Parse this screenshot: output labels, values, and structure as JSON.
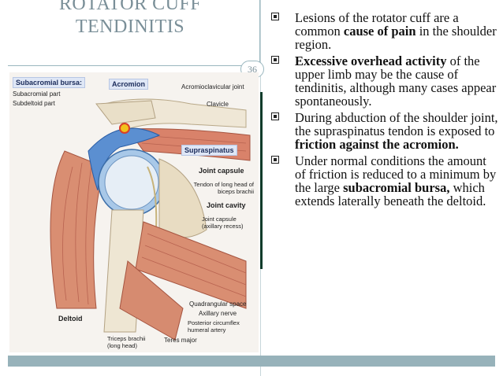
{
  "title": {
    "line1": "ROTATOR CUFF",
    "line2": "TENDINITIS"
  },
  "page_number": "36",
  "figure": {
    "labels": {
      "subacromial_bursa": "Subacromial bursa:",
      "subacromial_part": "Subacromial part",
      "subdeltoid_part": "Subdeltoid part",
      "acromion": "Acromion",
      "acromioclavicular_joint": "Acromioclavicular joint",
      "clavicle": "Clavicle",
      "supraspinatus": "Supraspinatus",
      "joint_capsule": "Joint capsule",
      "tendon_biceps": "Tendon of long head of biceps brachii",
      "joint_cavity": "Joint cavity",
      "joint_capsule_axillary": "Joint capsule (axillary recess)",
      "deltoid": "Deltoid",
      "quadrangular_space": "Quadrangular space",
      "axillary_nerve": "Axillary nerve",
      "posterior_circumflex": "Posterior circumflex humeral artery",
      "triceps_brachii": "Triceps brachii (long head)",
      "teres_major": "Teres major"
    }
  },
  "bullets": [
    {
      "segments": [
        {
          "text": "Lesions of the rotator cuff are a common ",
          "bold": false
        },
        {
          "text": "cause of pain",
          "bold": true
        },
        {
          "text": " in the shoulder region.",
          "bold": false
        }
      ]
    },
    {
      "segments": [
        {
          "text": "Excessive overhead activity",
          "bold": true
        },
        {
          "text": " of the upper limb may be the cause of tendinitis, although many cases appear spontaneously.",
          "bold": false
        }
      ]
    },
    {
      "segments": [
        {
          "text": "During abduction of the shoulder joint, the supraspinatus tendon is exposed to ",
          "bold": false
        },
        {
          "text": "friction against the acromion.",
          "bold": true
        }
      ]
    },
    {
      "segments": [
        {
          "text": "Under normal conditions the amount of friction is reduced to a minimum by the large ",
          "bold": false
        },
        {
          "text": "subacromial bursa,",
          "bold": true
        },
        {
          "text": " which extends laterally beneath the deltoid.",
          "bold": false
        }
      ]
    }
  ],
  "colors": {
    "accent": "#97b2ba",
    "title": "#7a8f98",
    "dark_rule": "#0d3b2a"
  }
}
